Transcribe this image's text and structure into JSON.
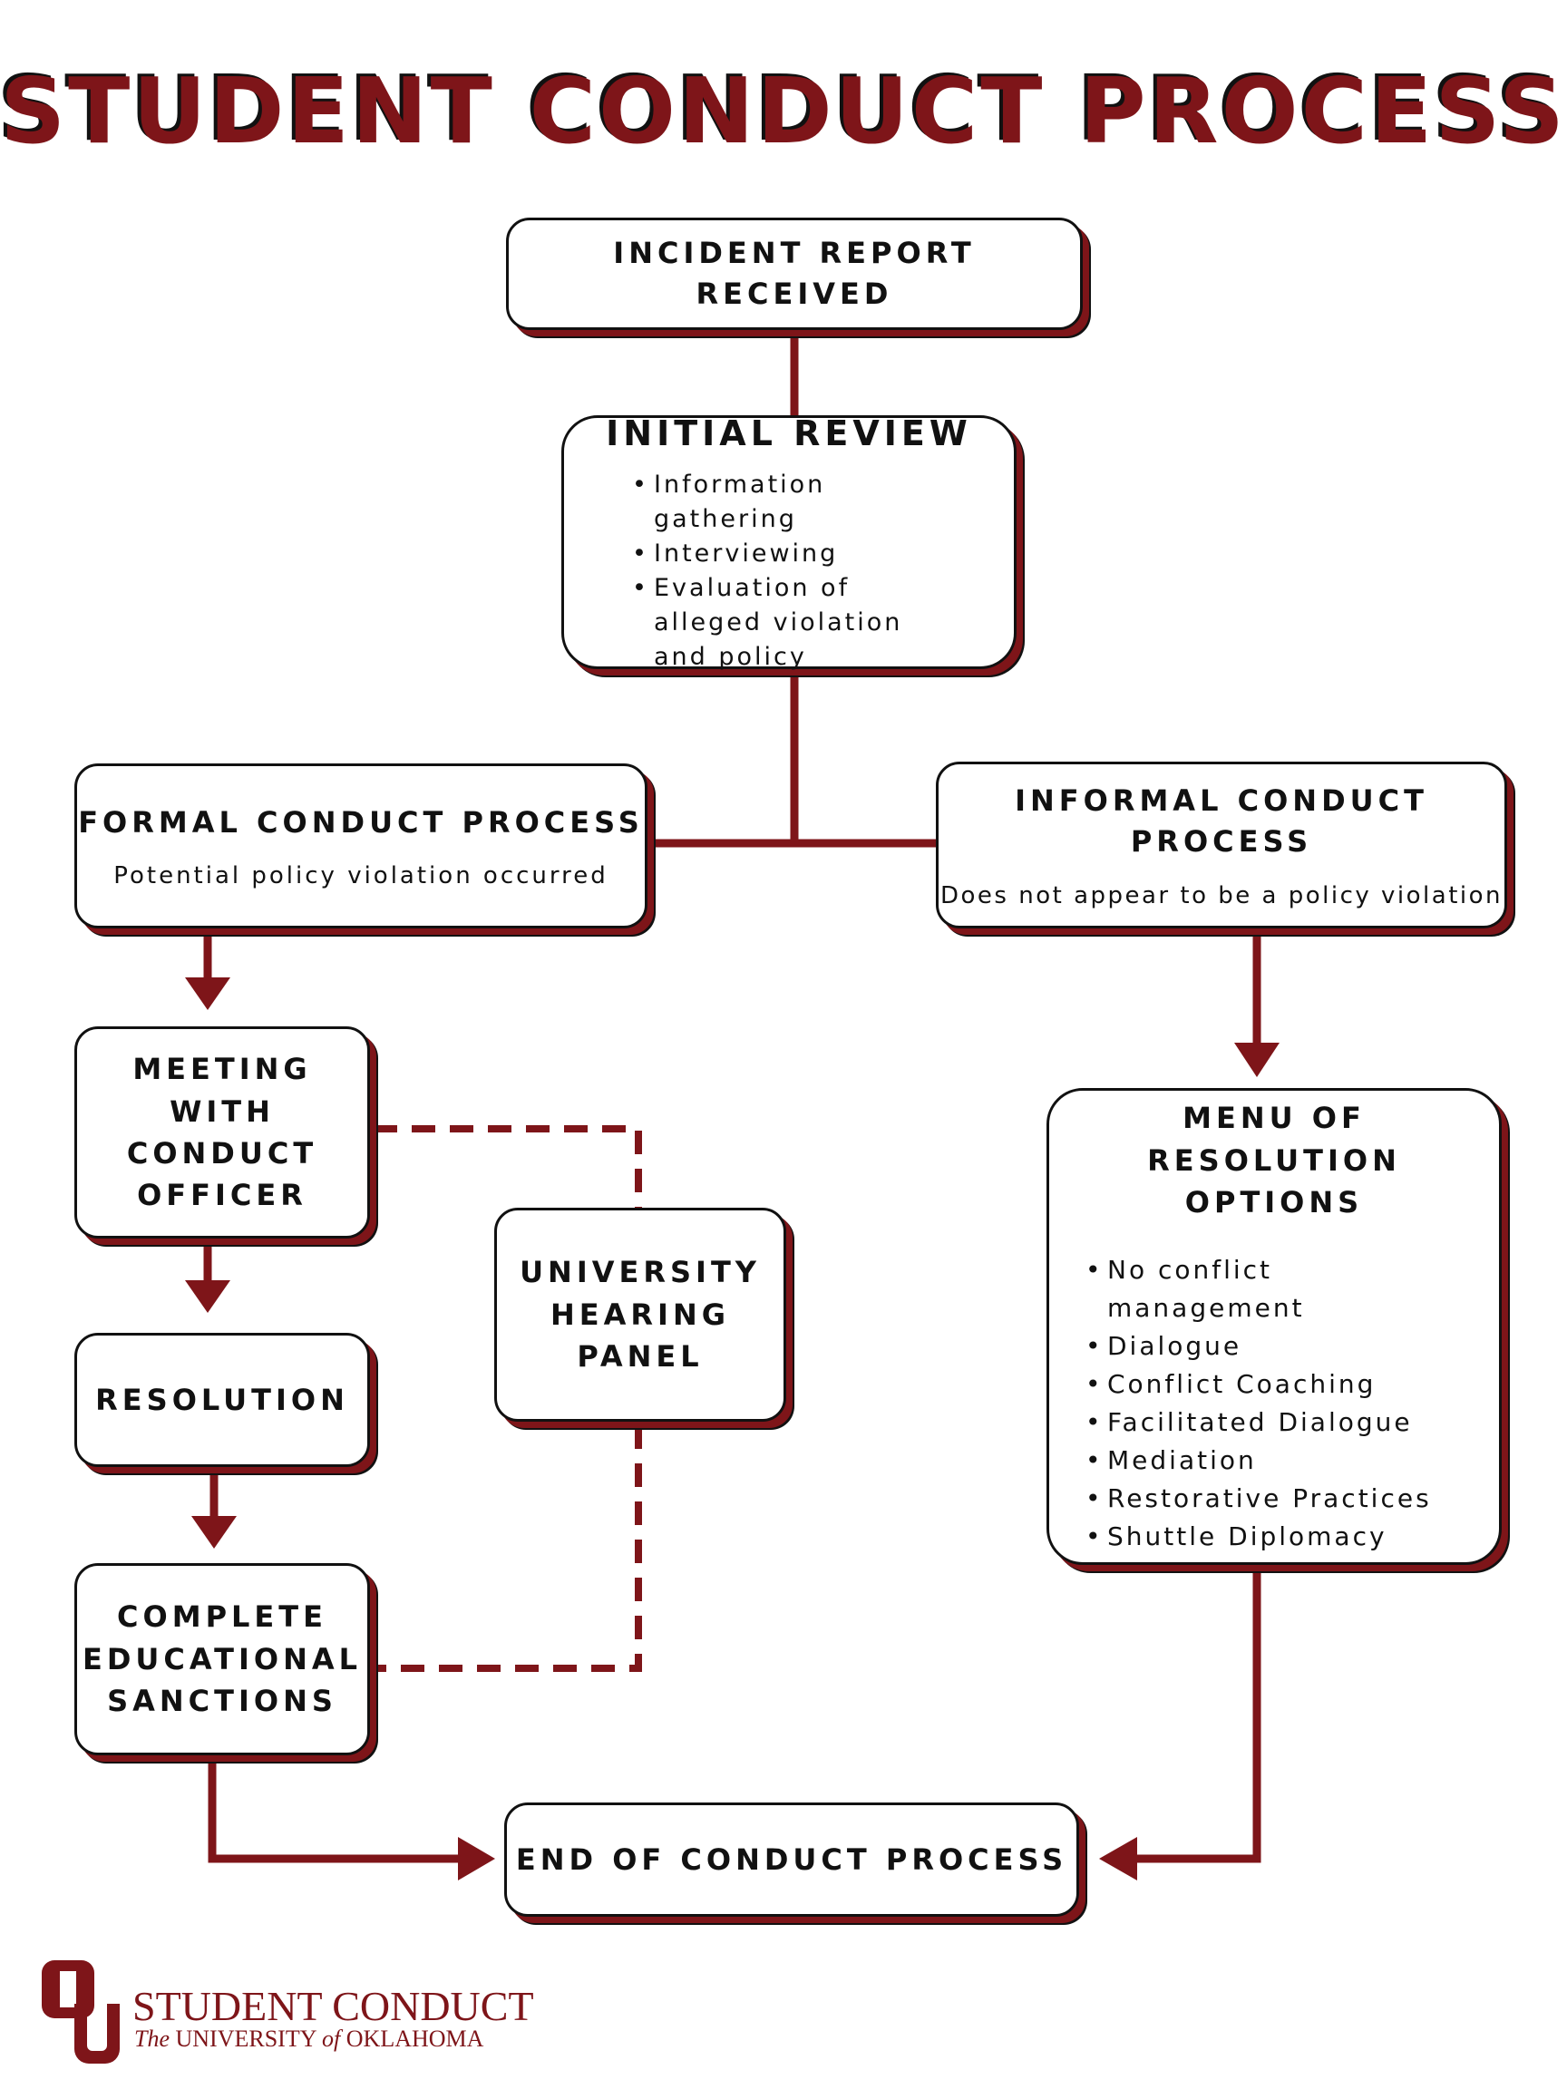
{
  "title": "STUDENT CONDUCT PROCESS",
  "colors": {
    "accent": "#7e1519",
    "outline": "#111111",
    "background": "#ffffff"
  },
  "nodes": {
    "incident": {
      "label": "INCIDENT REPORT RECEIVED"
    },
    "initial_review": {
      "label": "INITIAL REVIEW",
      "bullets": [
        "Information gathering",
        "Interviewing",
        "Evaluation of alleged violation and policy"
      ]
    },
    "formal": {
      "label": "FORMAL CONDUCT PROCESS",
      "sub": "Potential policy violation occurred"
    },
    "informal": {
      "label": "INFORMAL CONDUCT PROCESS",
      "sub": "Does not appear to be a policy violation"
    },
    "meeting": {
      "label": "MEETING WITH CONDUCT OFFICER"
    },
    "hearing_panel": {
      "label": "UNIVERSITY HEARING PANEL"
    },
    "resolution": {
      "label": "RESOLUTION"
    },
    "sanctions": {
      "label": "COMPLETE EDUCATIONAL SANCTIONS"
    },
    "menu": {
      "label": "MENU OF RESOLUTION OPTIONS",
      "bullets": [
        "No conflict management",
        "Dialogue",
        "Conflict Coaching",
        "Facilitated Dialogue",
        "Mediation",
        "Restorative Practices",
        "Shuttle Diplomacy"
      ]
    },
    "end": {
      "label": "END OF CONDUCT PROCESS"
    }
  },
  "footer": {
    "brand": "STUDENT CONDUCT",
    "the": "The",
    "university": "UNIVERSITY",
    "of": "of",
    "state": "OKLAHOMA"
  }
}
